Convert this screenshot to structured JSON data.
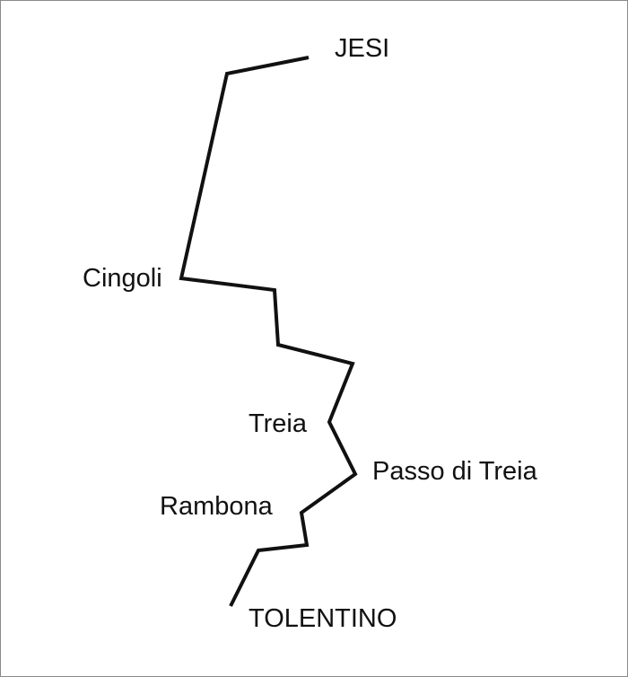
{
  "map": {
    "route_color": "#111111",
    "background_color": "#ffffff",
    "stops": [
      {
        "id": "jesi",
        "name": "JESI"
      },
      {
        "id": "cingoli",
        "name": "Cingoli"
      },
      {
        "id": "treia",
        "name": "Treia"
      },
      {
        "id": "passo-di-treia",
        "name": "Passo di Treia"
      },
      {
        "id": "rambona",
        "name": "Rambona"
      },
      {
        "id": "tolentino",
        "name": "TOLENTINO"
      }
    ]
  }
}
